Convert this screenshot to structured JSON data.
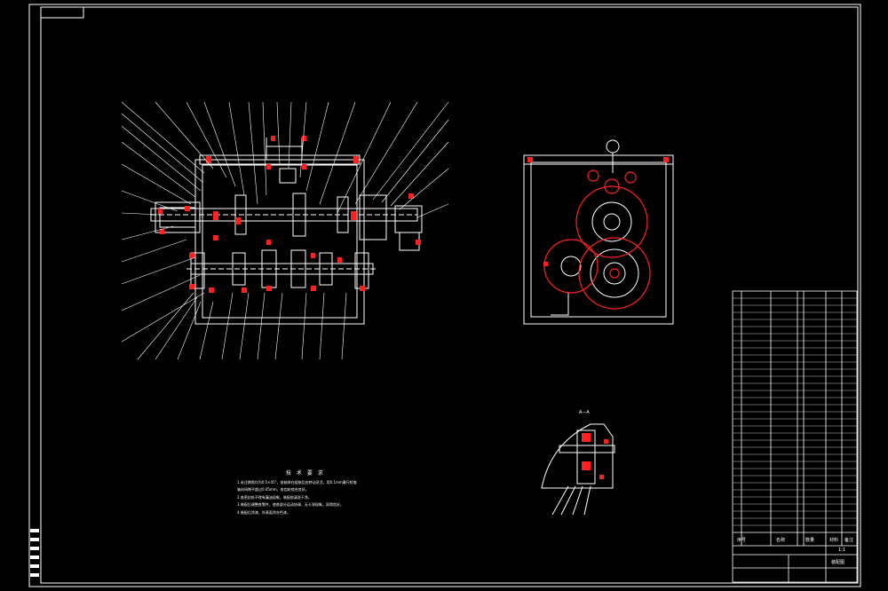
{
  "drawing": {
    "technical_requirements": {
      "title": "技 术 要 求",
      "lines": [
        "1.未注倒角均为0.5×45°，各轴承在组装后应转动灵活，用0.1mm塞尺检查",
        "轴向间隙不超过0.05mm，各齿轮啮合良好。",
        "2.各密封处不得有漏油现象，装配前清洗干净。",
        "3.装配后调整各零件，使各部分运动协调，无卡滞现象，润滑良好。",
        "4.装配后涂漆，外表面涂灰色漆。"
      ]
    },
    "section_label": "A—A",
    "title_block": {
      "header_row": [
        "序号",
        "名称",
        "数量",
        "材料",
        "备注"
      ],
      "drawing_name": "装配图",
      "scale_label": "1:1"
    },
    "colors": {
      "background": "#000000",
      "line": "#ffffff",
      "section": "#ff2020"
    }
  }
}
